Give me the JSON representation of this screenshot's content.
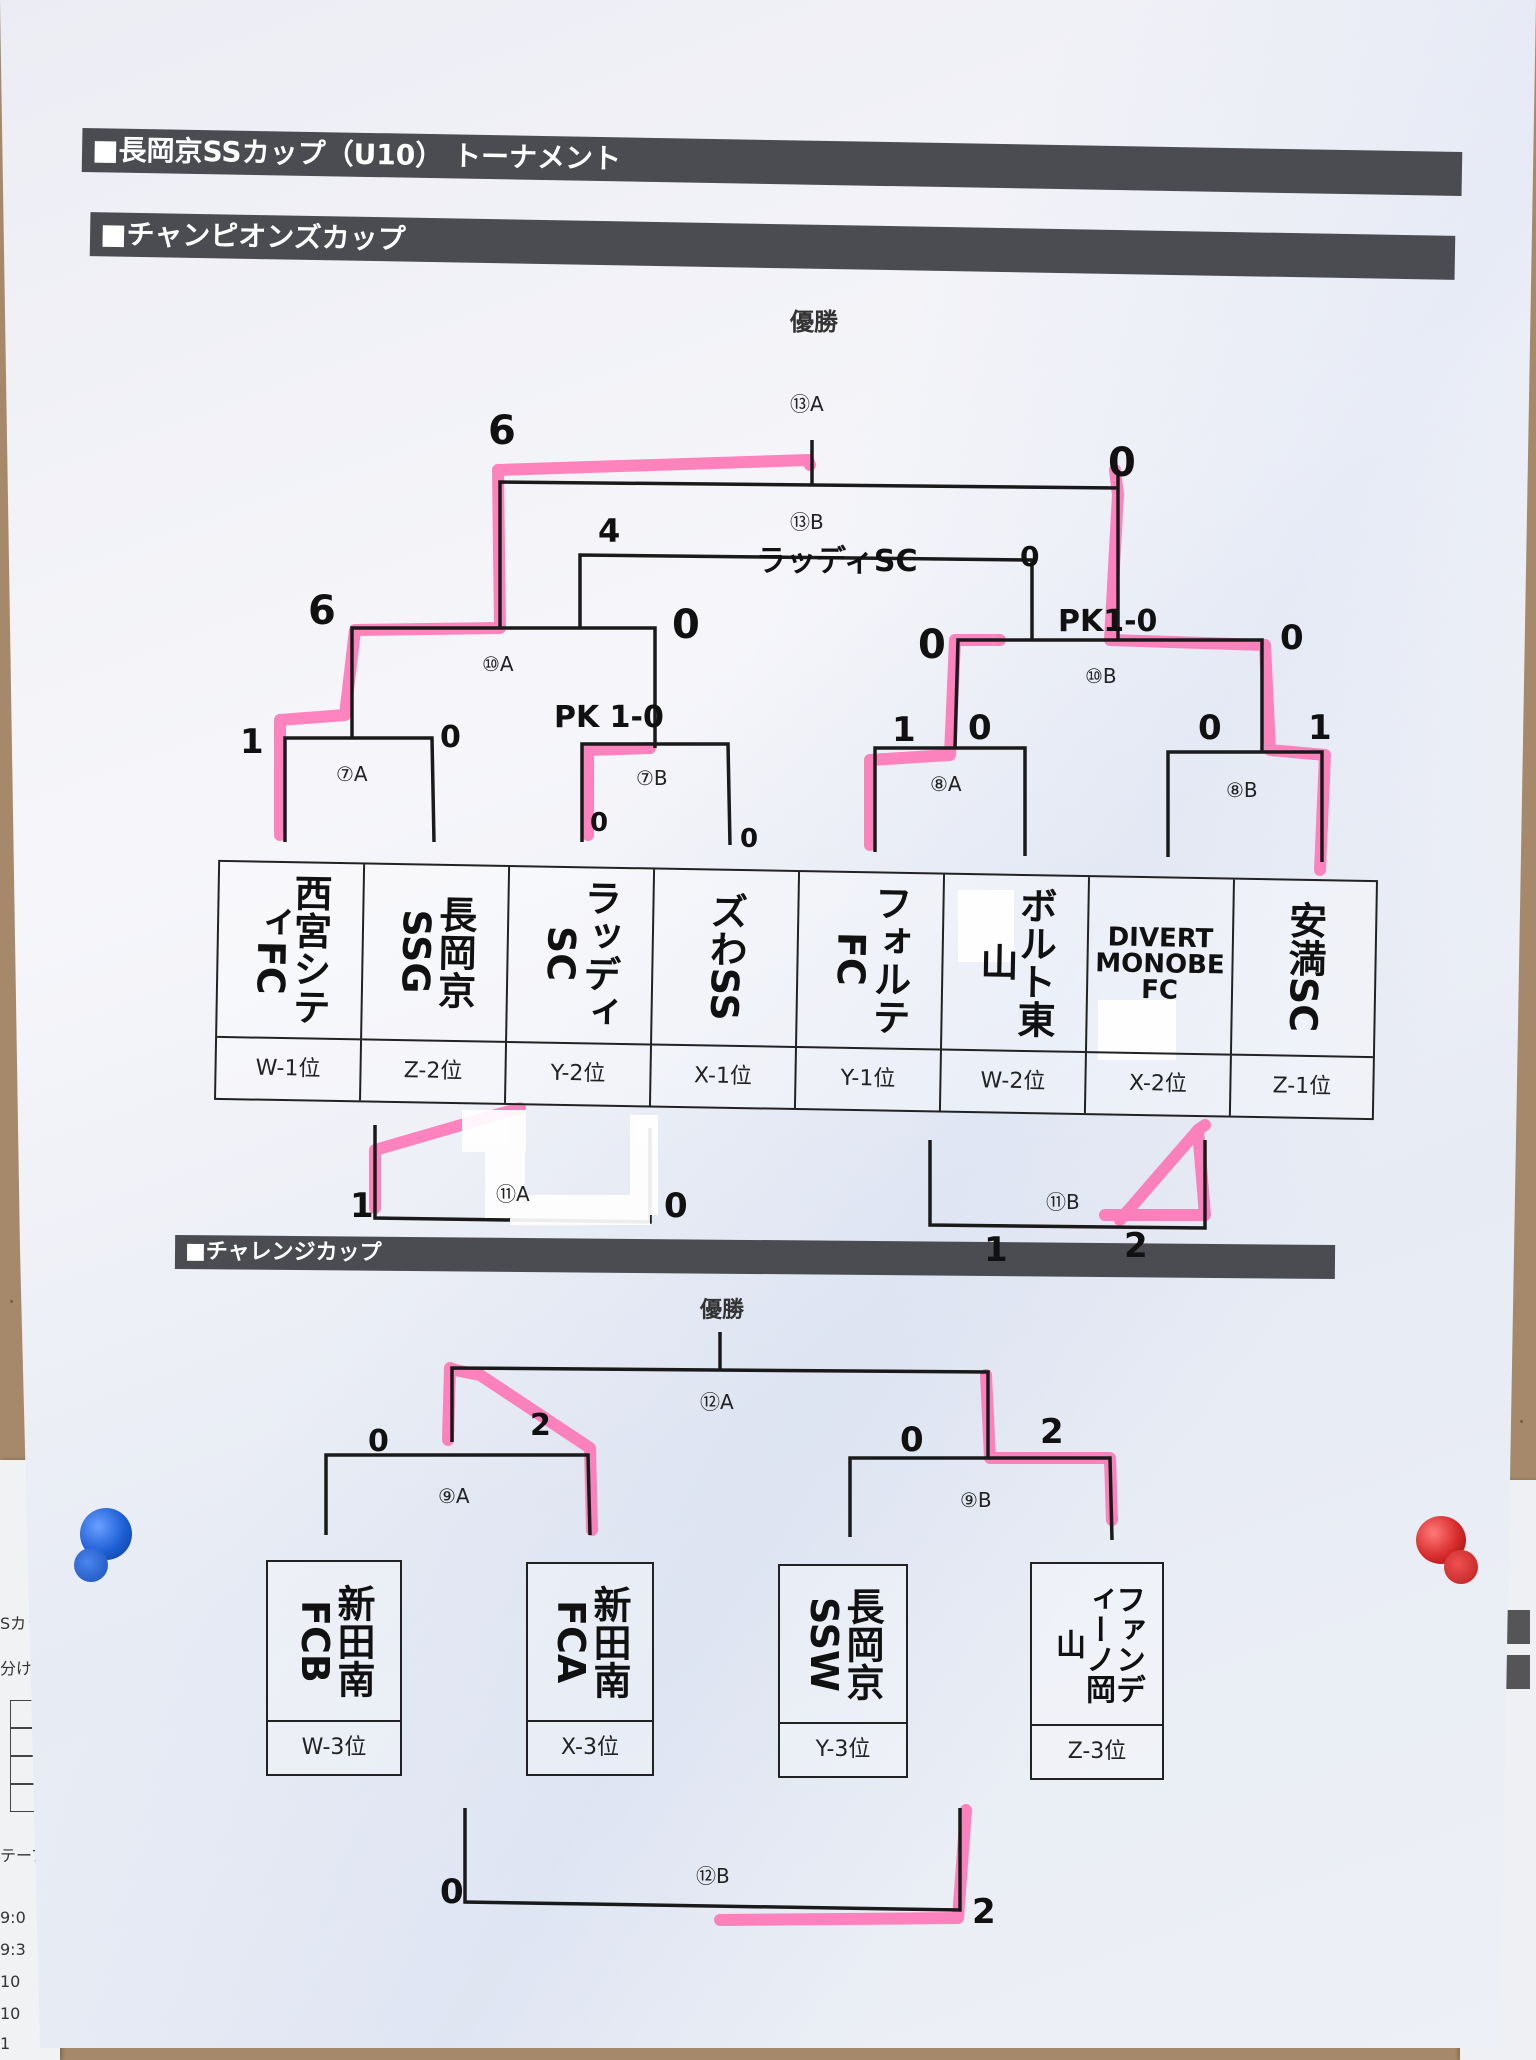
{
  "header": {
    "tournament_title": "■長岡京SSカップ（U10） トーナメント",
    "champions_title": "■チャンピオンズカップ",
    "challenge_title": "■チャレンジカップ"
  },
  "champions": {
    "winner_label": "優勝",
    "rounds": {
      "r13a": "⑬A",
      "r13b": "⑬B",
      "r10a": "⑩A",
      "r10b": "⑩B",
      "r7a": "⑦A",
      "r7b": "⑦B",
      "r8a": "⑧A",
      "r8b": "⑧B",
      "r11a": "⑪A",
      "r11b": "⑪B"
    },
    "third_place_note": "ラッディSC",
    "scores": {
      "final_left": "6",
      "final_right": "0",
      "r13b_left": "4",
      "r13b_right": "0",
      "r10a_left": "6",
      "r10a_right": "0",
      "r10b_left": "0",
      "r10b_right": "0",
      "r10b_pk": "PK1-0",
      "r7a_left": "1",
      "r7a_right": "0",
      "r7b_pk": "PK 1-0",
      "r7b_left": "0",
      "r7b_right": "0",
      "r8a_left": "1",
      "r8a_right": "0",
      "r8b_left": "0",
      "r8b_right": "1",
      "r11a_left": "1",
      "r11a_right": "0",
      "r11b_left": "1",
      "r11b_right": "2"
    },
    "teams": [
      {
        "name": "西宮シティFC",
        "seed": "W-1位"
      },
      {
        "name": "長岡京SSG",
        "seed": "Z-2位"
      },
      {
        "name": "ラッディSC",
        "seed": "Y-2位"
      },
      {
        "name": "ズわSS",
        "seed": "X-1位"
      },
      {
        "name": "フォルテFC",
        "seed": "Y-1位"
      },
      {
        "name": "ボルト東山",
        "seed": "W-2位"
      },
      {
        "name": "DIVERT MONOBE FC",
        "seed": "X-2位"
      },
      {
        "name": "安満SC",
        "seed": "Z-1位"
      }
    ]
  },
  "challenge": {
    "winner_label": "優勝",
    "rounds": {
      "r12a": "⑫A",
      "r12b": "⑫B",
      "r9a": "⑨A",
      "r9b": "⑨B"
    },
    "scores": {
      "r9a_left": "0",
      "r9a_right": "2",
      "r9b_left": "0",
      "r9b_right": "2",
      "r12b_left": "0",
      "r12b_right": "2"
    },
    "teams": [
      {
        "name": "新田南FCB",
        "seed": "W-3位"
      },
      {
        "name": "新田南FCA",
        "seed": "X-3位"
      },
      {
        "name": "長岡京SSW",
        "seed": "Y-3位"
      },
      {
        "name": "ファンディーノ岡山",
        "seed": "Z-3位"
      }
    ]
  },
  "side_sheet": {
    "left_labels": [
      "Sカップ",
      "分け",
      "テーブ",
      "9:0",
      "9:3",
      "10",
      "10",
      "1"
    ]
  },
  "colors": {
    "highlight": "#ff6fb3",
    "bar": "#4a4c52",
    "pin_blue": "#1e5fd6",
    "pin_red": "#d62a2a"
  }
}
